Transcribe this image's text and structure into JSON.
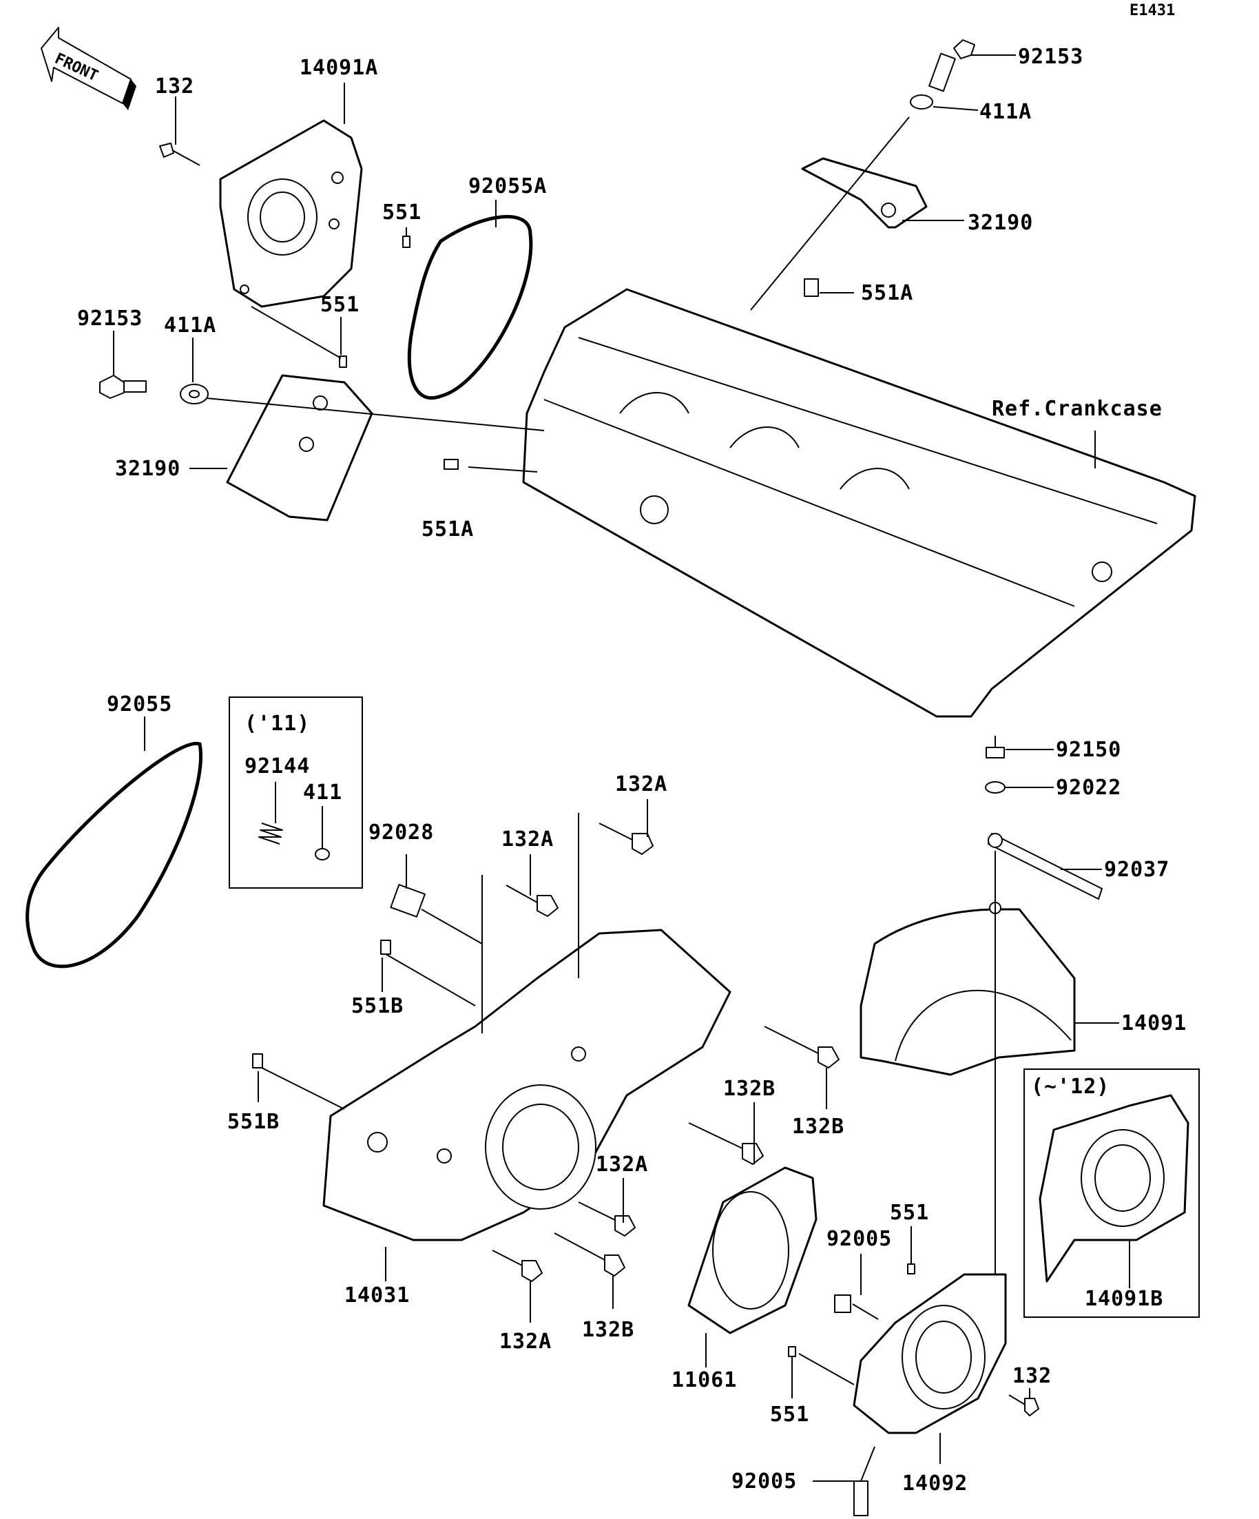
{
  "diagram_code": "E1431",
  "front_marker": "FRONT",
  "ref_label": "Ref.Crankcase",
  "box_2011": {
    "title": "('11)",
    "parts": [
      "92144",
      "411"
    ]
  },
  "box_2012": {
    "title": "(~'12)",
    "parts": [
      "14091B"
    ]
  },
  "labels": {
    "p132_top": "132",
    "p14091A": "14091A",
    "p92055A": "92055A",
    "p551_a": "551",
    "p551_b": "551",
    "p92153_left": "92153",
    "p411A_left": "411A",
    "p32190_left": "32190",
    "p551A_left": "551A",
    "p92153_right": "92153",
    "p411A_right": "411A",
    "p32190_right": "32190",
    "p551A_right": "551A",
    "p92055": "92055",
    "p92028": "92028",
    "p132A_a": "132A",
    "p132A_b": "132A",
    "p551B_a": "551B",
    "p551B_b": "551B",
    "p132B_a": "132B",
    "p132B_b": "132B",
    "p132A_c": "132A",
    "p14031": "14031",
    "p132A_d": "132A",
    "p132B_c": "132B",
    "p92150": "92150",
    "p92022": "92022",
    "p92037": "92037",
    "p14091": "14091",
    "p551_c": "551",
    "p92005_a": "92005",
    "p11061": "11061",
    "p551_d": "551",
    "p132_bottom": "132",
    "p92005_b": "92005",
    "p14092": "14092"
  }
}
